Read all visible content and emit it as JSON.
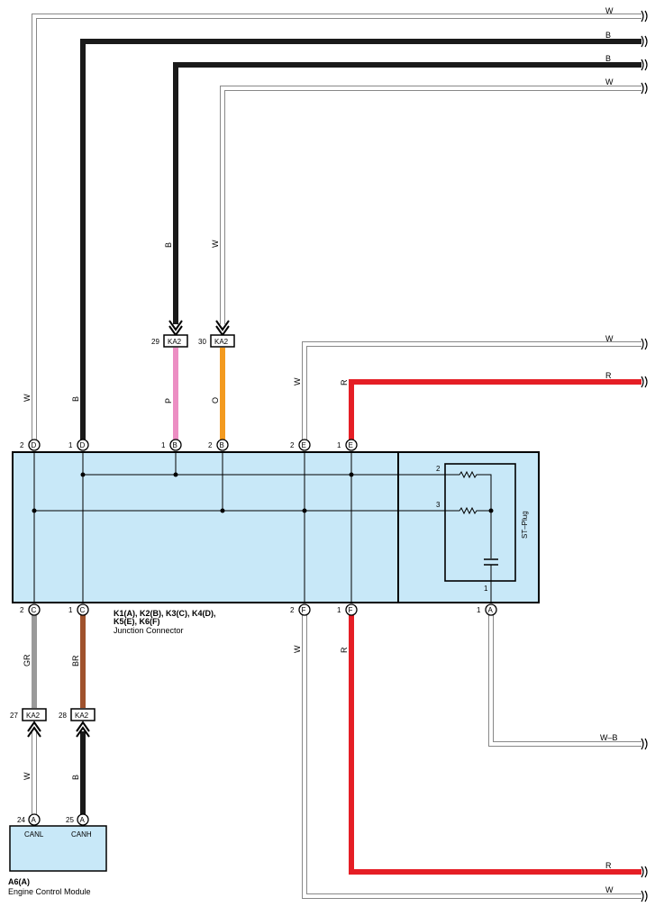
{
  "colors": {
    "box_fill": "#c8e8f8",
    "white_wire": "#ffffff",
    "white_wire_outline": "#888888",
    "black_wire": "#1a1a1a",
    "red_wire": "#e51e25",
    "pink_wire": "#ec8ec3",
    "orange_wire": "#f39a1f",
    "gray_wire": "#9a9a9a",
    "brown_wire": "#a0522d"
  },
  "wire_labels": {
    "top_w1": "W",
    "top_b1": "B",
    "top_b2": "B",
    "top_w2": "W",
    "vert_b_upper": "B",
    "vert_w_upper": "W",
    "p": "P",
    "o": "O",
    "left_w": "W",
    "left_b": "B",
    "e_w": "W",
    "e_r": "R",
    "right_w_mid": "W",
    "right_r_mid": "R",
    "gr": "GR",
    "br": "BR",
    "low_w": "W",
    "low_b": "B",
    "f_w": "W",
    "f_r": "R",
    "wb": "W–B",
    "bot_r": "R",
    "bot_w": "W"
  },
  "connectors": {
    "ka2_29": {
      "num": "29",
      "name": "KA2"
    },
    "ka2_30": {
      "num": "30",
      "name": "KA2"
    },
    "ka2_27": {
      "num": "27",
      "name": "KA2"
    },
    "ka2_28": {
      "num": "28",
      "name": "KA2"
    }
  },
  "pins_top": [
    {
      "num": "2",
      "letter": "D"
    },
    {
      "num": "1",
      "letter": "D"
    },
    {
      "num": "1",
      "letter": "B"
    },
    {
      "num": "2",
      "letter": "B"
    },
    {
      "num": "2",
      "letter": "E"
    },
    {
      "num": "1",
      "letter": "E"
    }
  ],
  "pins_bottom": [
    {
      "num": "2",
      "letter": "C"
    },
    {
      "num": "1",
      "letter": "C"
    },
    {
      "num": "2",
      "letter": "F"
    },
    {
      "num": "1",
      "letter": "F"
    },
    {
      "num": "1",
      "letter": "A"
    }
  ],
  "st_plug": {
    "label": "ST–Plug",
    "pin2": "2",
    "pin3": "3",
    "pin1": "1"
  },
  "junction": {
    "line1": "K1(A), K2(B), K3(C), K4(D),",
    "line2": "K5(E), K6(F)",
    "name": "Junction Connector"
  },
  "ecm": {
    "pin24": {
      "num": "24",
      "letter": "A"
    },
    "pin25": {
      "num": "25",
      "letter": "A"
    },
    "canl": "CANL",
    "canh": "CANH",
    "code": "A6(A)",
    "name": "Engine Control Module"
  }
}
